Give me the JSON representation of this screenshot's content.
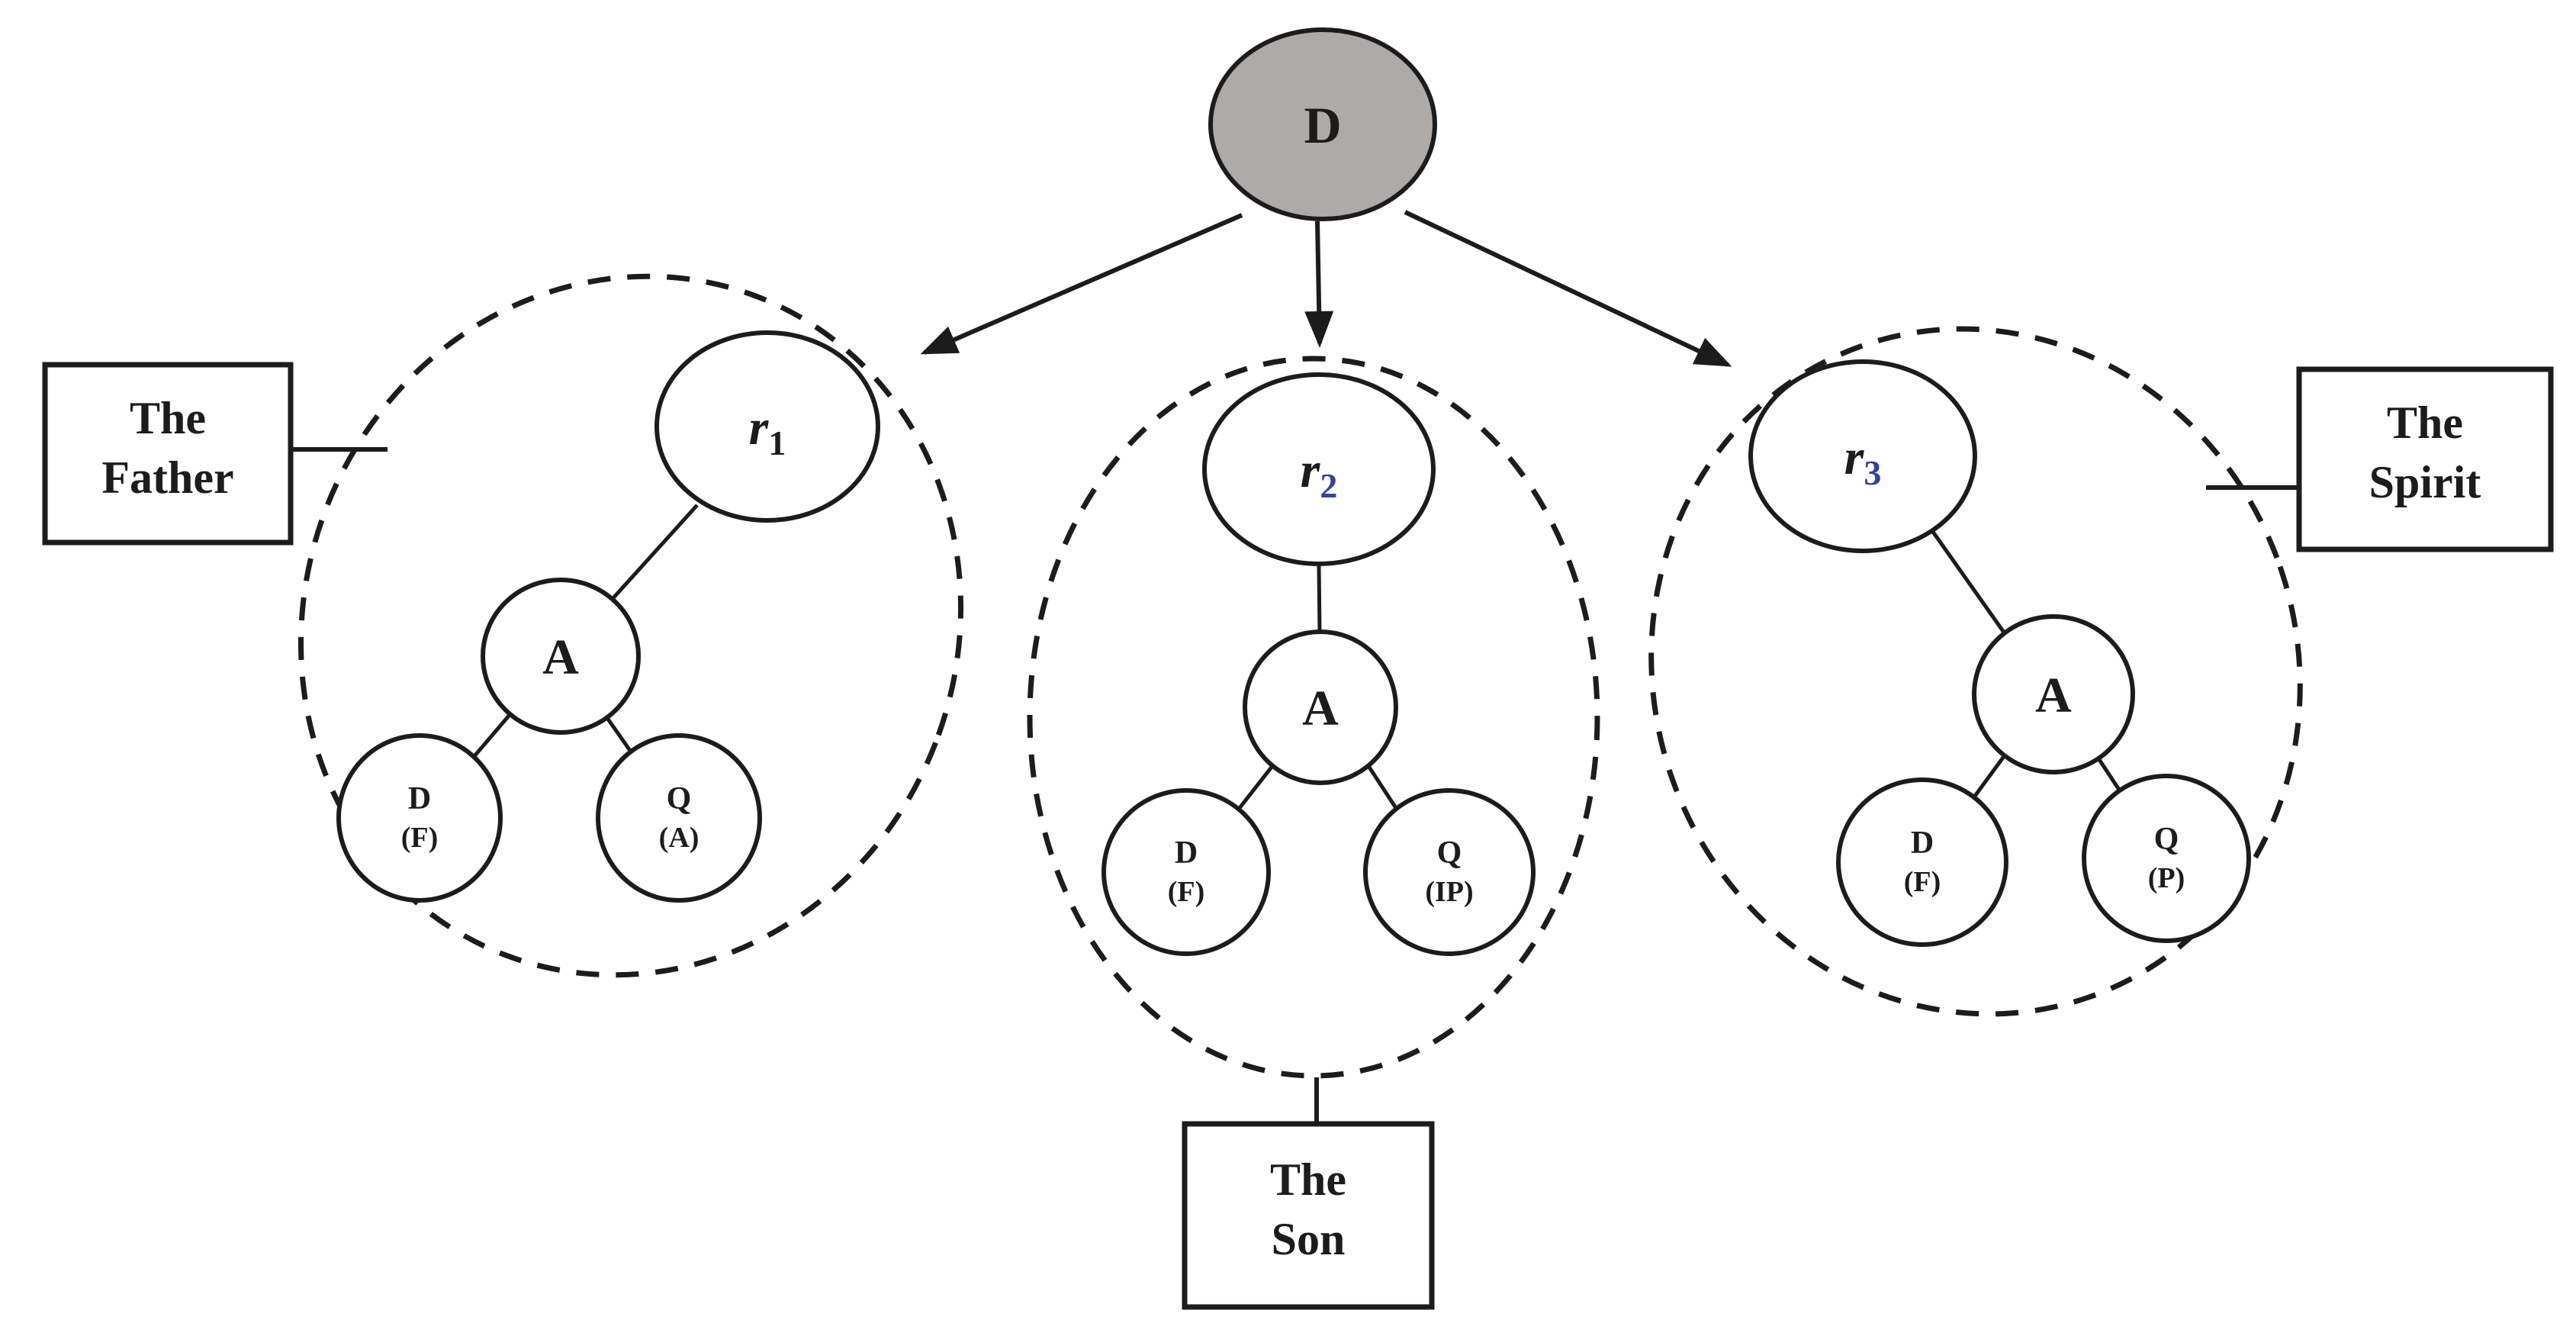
{
  "figure": {
    "root": {
      "label": "D"
    },
    "groups": [
      {
        "id": "father",
        "box_line1": "The",
        "box_line2": "Father",
        "r_base": "r",
        "r_sub": "1",
        "r_sub_color": "#1c1c1c",
        "a_label": "A",
        "left_leaf_top": "D",
        "left_leaf_bottom": "(F)",
        "right_leaf_top": "Q",
        "right_leaf_bottom": "(A)"
      },
      {
        "id": "son",
        "box_line1": "The",
        "box_line2": "Son",
        "r_base": "r",
        "r_sub": "2",
        "r_sub_color": "#35429e",
        "a_label": "A",
        "left_leaf_top": "D",
        "left_leaf_bottom": "(F)",
        "right_leaf_top": "Q",
        "right_leaf_bottom": "(IP)"
      },
      {
        "id": "spirit",
        "box_line1": "The",
        "box_line2": "Spirit",
        "r_base": "r",
        "r_sub": "3",
        "r_sub_color": "#35429e",
        "a_label": "A",
        "left_leaf_top": "D",
        "left_leaf_bottom": "(F)",
        "right_leaf_top": "Q",
        "right_leaf_bottom": "(P)"
      }
    ],
    "colors": {
      "root_fill": "#aeaaa7",
      "stroke": "#1c1c1c",
      "background": "#ffffff",
      "accent_subscript": "#35429e"
    }
  }
}
